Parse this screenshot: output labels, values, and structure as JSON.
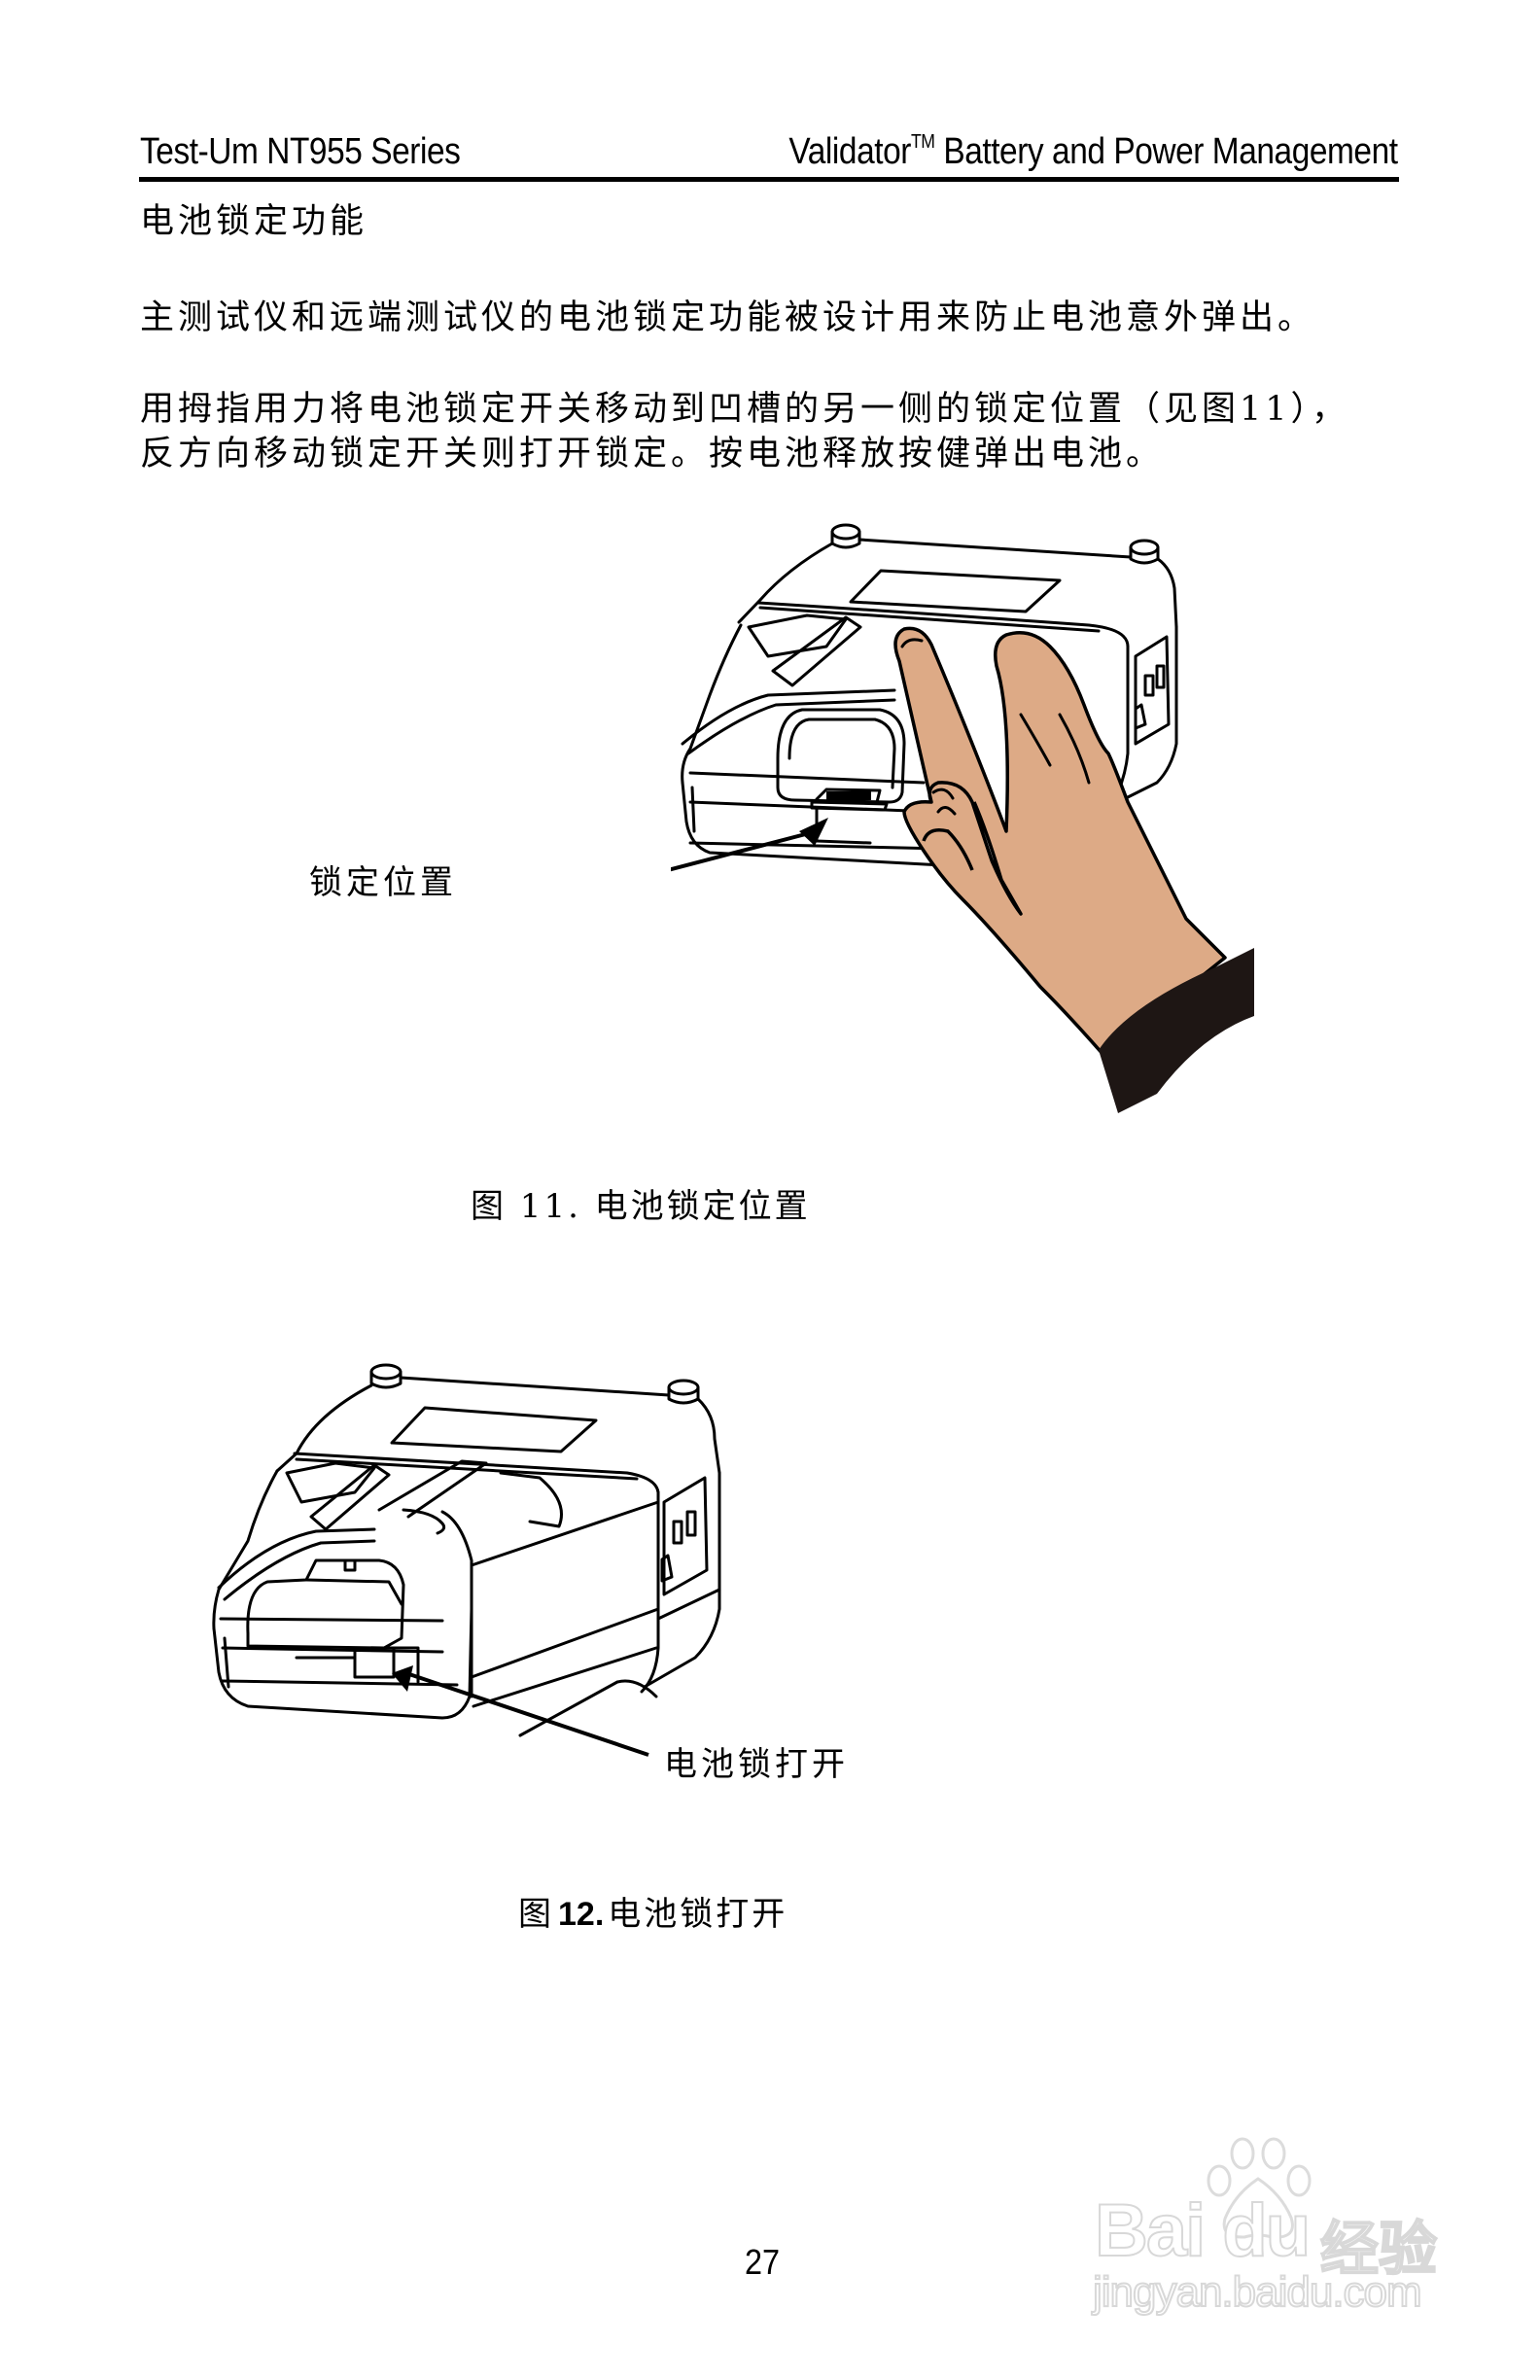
{
  "header": {
    "left": "Test-Um NT955 Series",
    "right_prefix": "Validator",
    "right_tm": "TM",
    "right_suffix": " Battery and Power Management"
  },
  "section": {
    "title": "电池锁定功能",
    "paragraph1": "主测试仪和远端测试仪的电池锁定功能被设计用来防止电池意外弹出。",
    "paragraph2_lines": [
      "用拇指用力将电池锁定开关移动到凹槽的另一侧的锁定位置（见图11），",
      "反方向移动锁定开关则打开锁定。按电池释放按健弹出电池。"
    ]
  },
  "figure11": {
    "callout_label": "锁定位置",
    "caption": "图  11.  电池锁定位置",
    "colors": {
      "skin": "#DDAA86",
      "sleeve": "#1E1614",
      "outline": "#000000"
    }
  },
  "figure12": {
    "callout_label": "电池锁打开",
    "caption_prefix": "图",
    "caption_number": "12.",
    "caption_text": "电池锁打开"
  },
  "footer": {
    "page_number": "27"
  },
  "watermark": {
    "brand": "Bai du",
    "brand_cn": "经验",
    "url": "jingyan.baidu.com"
  }
}
